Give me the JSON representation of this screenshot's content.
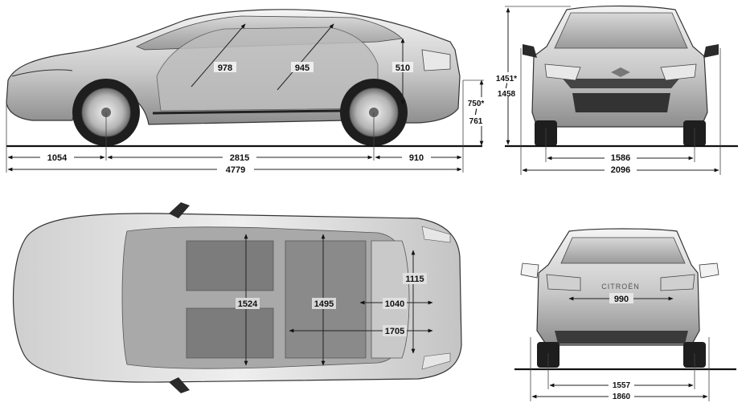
{
  "diagram": {
    "side_view": {
      "front_overhang": "1054",
      "wheelbase": "2815",
      "rear_overhang": "910",
      "overall_length": "4779",
      "front_legroom": "978",
      "rear_legroom": "945",
      "trunk_opening_height": "510",
      "loading_height_alt": "750*",
      "loading_height_sep": "/",
      "loading_height": "761"
    },
    "front_view": {
      "height_alt": "1451*",
      "height_sep": "/",
      "height": "1458",
      "front_track": "1586",
      "width_with_mirrors": "2096"
    },
    "top_view": {
      "front_elbow_width": "1524",
      "rear_elbow_width": "1495",
      "trunk_length": "1115",
      "trunk_width": "1040",
      "trunk_max_length": "1705"
    },
    "rear_view": {
      "trunk_opening_width": "990",
      "rear_track": "1557",
      "body_width": "1860",
      "badge_text": "CITROËN"
    }
  },
  "colors": {
    "line": "#222222",
    "body_light": "#e6e6e6",
    "body_dark": "#8a8a8a",
    "glass": "#b9b9b9",
    "tire": "#1e1e1e"
  }
}
